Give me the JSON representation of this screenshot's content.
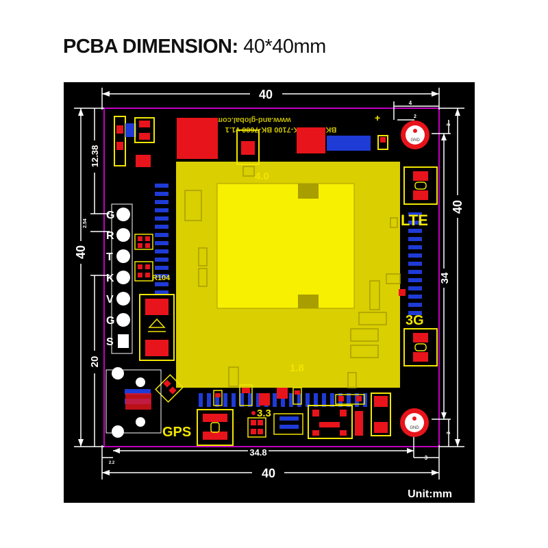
{
  "title": {
    "label": "PCBA DIMENSION:",
    "value": "40*40mm"
  },
  "dimensions": {
    "top_width": "40",
    "bottom_width": "40",
    "left_height": "40",
    "right_height": "40",
    "inner_width": "34.8",
    "inner_height": "34",
    "top_offset": "12.38",
    "lower_offset": "20",
    "pin_pitch": "2.54",
    "hole_offset_top": "4",
    "hole_offset_small": "2",
    "hole_edge_top": "3",
    "hole_edge_bottom": "3",
    "hole_edge_right": "3",
    "hole_offset_left_bottom": "2.2"
  },
  "pins": [
    "G",
    "R",
    "T",
    "K",
    "V",
    "G",
    "S"
  ],
  "silkscreen": {
    "lte": "LTE",
    "g3": "3G",
    "gps": "GPS",
    "v40": "4.0",
    "v18": "1.8",
    "v33": "3.3",
    "r104": "R104",
    "gnd": "GND",
    "mirror_url": "www.and-global.com",
    "mirror_model": "BK-8860 BK-7100 BK-7600 v1.1",
    "plus": "+"
  },
  "unit_label": "Unit:mm",
  "colors": {
    "background": "#000000",
    "outline": "#c000c0",
    "module": "#f2e600",
    "pad_red": "#e8141b",
    "pad_blue": "#1f3bd6",
    "silk": "#ffffff"
  }
}
